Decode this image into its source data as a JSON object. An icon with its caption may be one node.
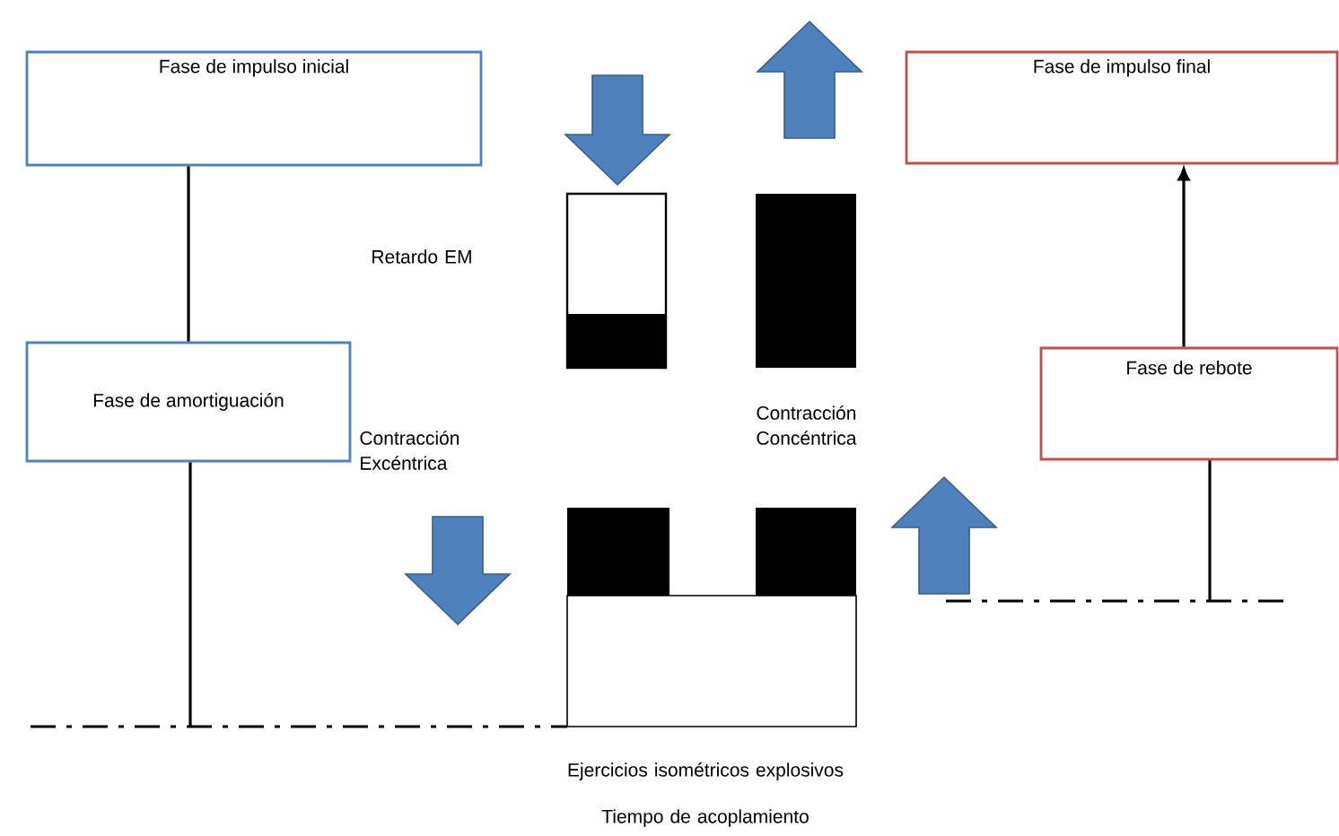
{
  "diagram": {
    "nodes": [
      {
        "text": [
          "Fase de impulso inicial"
        ]
      },
      {
        "text": [
          "Fase de amortiguación"
        ]
      },
      {
        "text": [
          "Fase de impulso final"
        ]
      },
      {
        "text": [
          "Fase de rebote"
        ]
      }
    ],
    "edges": [
      {
        "from": 0,
        "to": 1,
        "arrow": "none"
      },
      {
        "from": 1,
        "to": null,
        "arrow": "none"
      },
      {
        "from": 3,
        "to": 2,
        "arrow": "to"
      },
      {
        "from": 3,
        "to": null,
        "arrow": "none"
      }
    ],
    "labels": [
      "Retardo EM",
      "Contracción Excéntrica",
      "Contracción Concéntrica",
      "Ejercicios isométricos explosivos",
      "Tiempo de acoplamiento"
    ]
  }
}
